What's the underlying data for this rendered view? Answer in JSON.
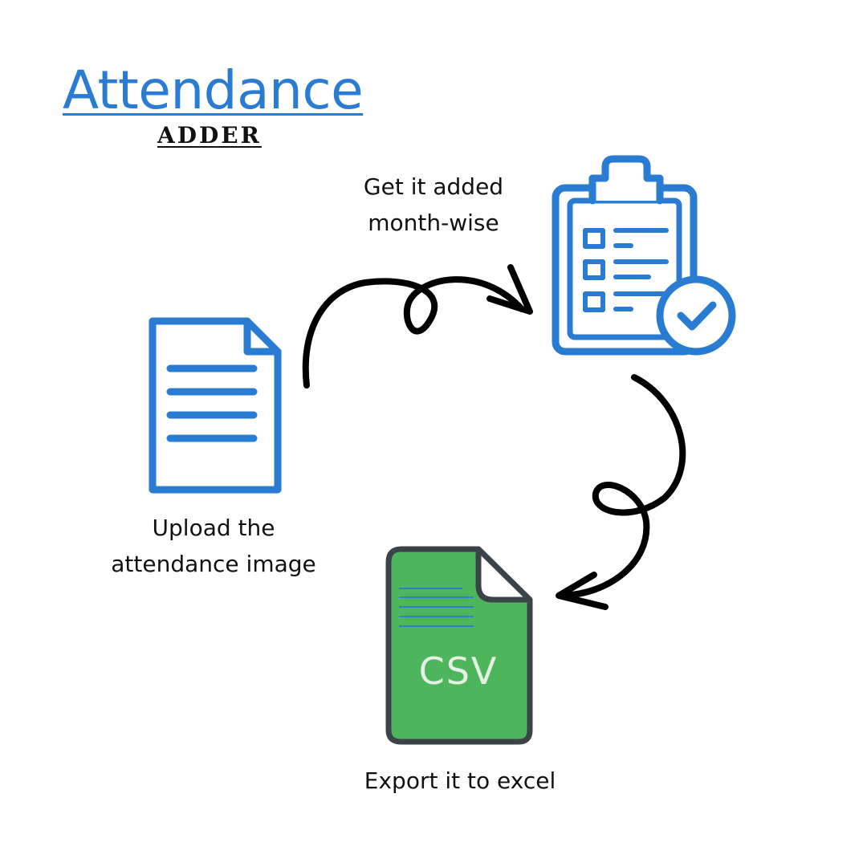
{
  "title": "Attendance",
  "subtitle": "ADDER",
  "steps": {
    "upload": {
      "line1": "Upload the",
      "line2": "attendance image",
      "icon": "document-icon"
    },
    "add": {
      "line1": "Get it added",
      "line2": "month-wise",
      "icon": "clipboard-checklist-icon"
    },
    "export": {
      "label": "Export it to excel",
      "icon": "csv-file-icon",
      "file_label": "CSV"
    }
  },
  "colors": {
    "accent": "#2a7bd2",
    "csv_green": "#4db55b",
    "csv_outline": "#3a4448",
    "arrow": "#000000"
  }
}
